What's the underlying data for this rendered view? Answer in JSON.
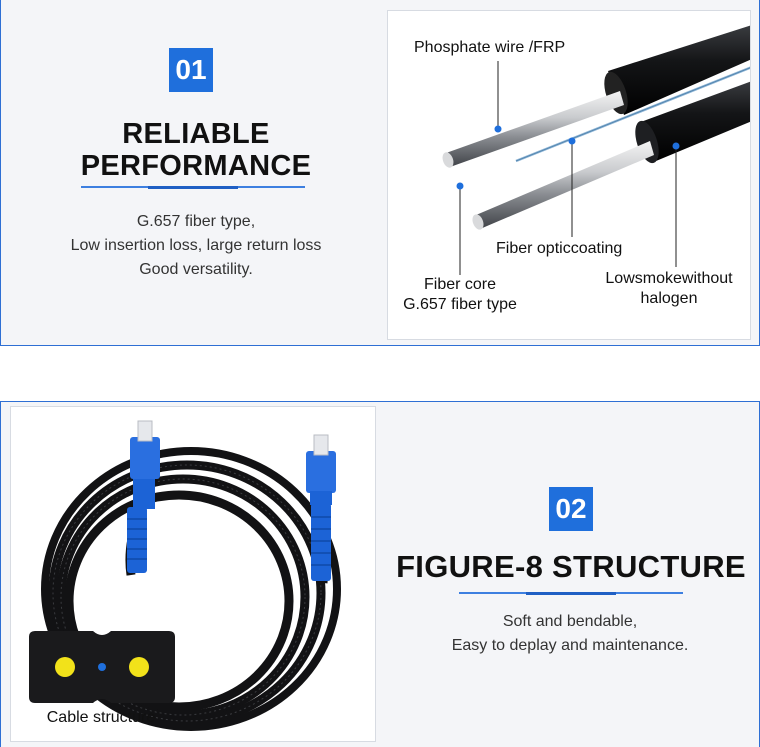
{
  "section1": {
    "badge": "01",
    "title_line1": "RELIABLE",
    "title_line2": "PERFORMANCE",
    "description": [
      "G.657 fiber type,",
      "Low insertion loss, large return loss",
      "Good versatility."
    ],
    "callouts": {
      "phosphate_wire": "Phosphate wire /FRP",
      "fiber_coating": "Fiber opticcoating",
      "fiber_core_line1": "Fiber core",
      "fiber_core_line2": "G.657 fiber type",
      "lowsmoke_line1": "Lowsmokewithout",
      "lowsmoke_line2": "halogen"
    }
  },
  "section2": {
    "badge": "02",
    "title": "FIGURE-8 STRUCTURE",
    "description": [
      "Soft and bendable,",
      "Easy to deplay and maintenance."
    ],
    "inset_label": "Cable structure"
  },
  "colors": {
    "accent_blue": "#1f6fdc",
    "connector_blue": "#1c63d6",
    "core_yellow": "#f2e21a",
    "panel_bg": "#f4f5f8"
  }
}
